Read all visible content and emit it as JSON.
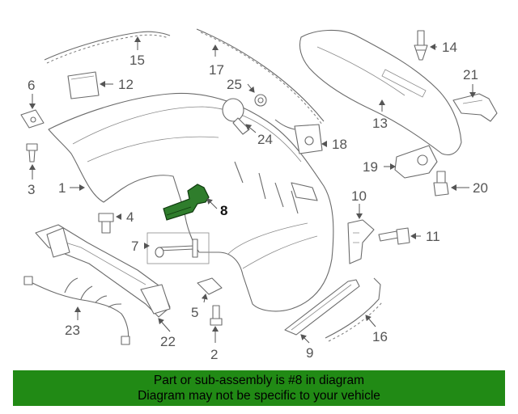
{
  "diagram": {
    "highlighted_part": "8",
    "callouts": [
      "1",
      "2",
      "3",
      "4",
      "5",
      "6",
      "7",
      "8",
      "9",
      "10",
      "11",
      "12",
      "13",
      "14",
      "15",
      "16",
      "17",
      "18",
      "19",
      "20",
      "21",
      "22",
      "23",
      "24",
      "25"
    ]
  },
  "banner": {
    "line1": "Part or sub-assembly is #8 in diagram",
    "line2": "Diagram may not be specific to your vehicle",
    "color": "#218a15"
  },
  "colors": {
    "highlight_part": "#2f7d2c",
    "line_art": "#6b6b6b"
  }
}
